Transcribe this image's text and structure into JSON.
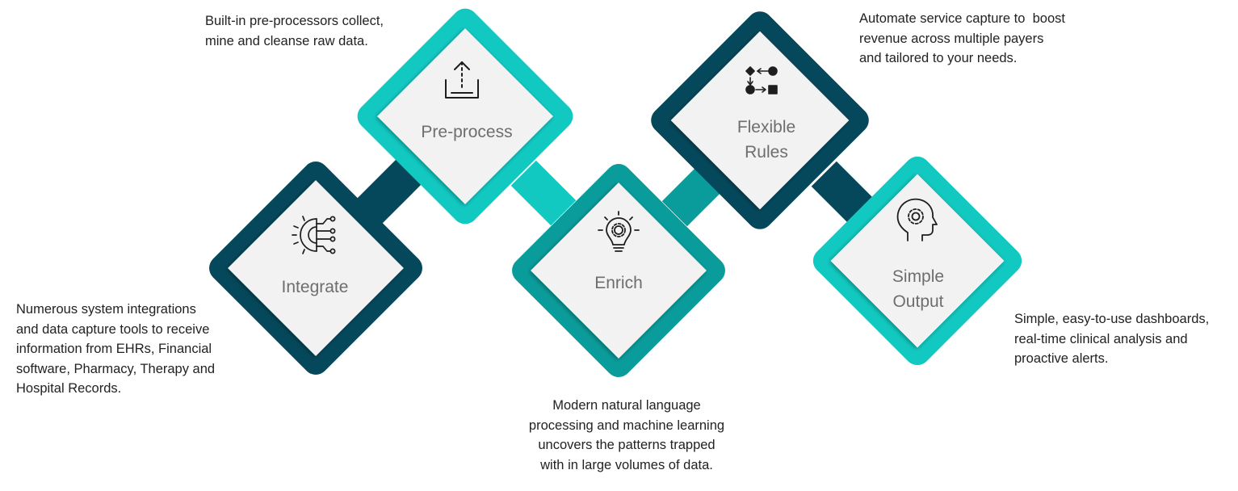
{
  "colors": {
    "dark_teal": "#06485B",
    "bright_teal": "#12C9C2",
    "mid_teal": "#0A9C9B",
    "card_fill": "#F2F2F2",
    "card_text": "#6E6E6E",
    "icon_stroke": "#1E1E1E"
  },
  "steps": [
    {
      "id": "integrate",
      "label_lines": [
        "Integrate"
      ],
      "icon": "circuit-gear-icon",
      "description_lines": [
        "Numerous system integrations",
        "and data capture tools to receive",
        "information from EHRs, Financial",
        "software, Pharmacy, Therapy and",
        "Hospital Records."
      ]
    },
    {
      "id": "pre-process",
      "label_lines": [
        "Pre-process"
      ],
      "icon": "upload-tray-icon",
      "description_lines": [
        "Built-in pre-processors collect,",
        "mine and cleanse raw data."
      ]
    },
    {
      "id": "enrich",
      "label_lines": [
        "Enrich"
      ],
      "icon": "lightbulb-gear-icon",
      "description_lines": [
        "Modern natural language",
        "processing and machine learning",
        "uncovers the patterns trapped",
        "with in large volumes of data."
      ]
    },
    {
      "id": "flexible-rules",
      "label_lines": [
        "Flexible",
        "Rules"
      ],
      "icon": "rules-flow-icon",
      "description_lines": [
        "Automate service capture to  boost",
        "revenue across multiple payers",
        "and tailored to your needs."
      ]
    },
    {
      "id": "simple-output",
      "label_lines": [
        "Simple",
        "Output"
      ],
      "icon": "head-gear-icon",
      "description_lines": [
        "Simple, easy-to-use dashboards,",
        "real-time clinical analysis and",
        "proactive alerts."
      ]
    }
  ]
}
